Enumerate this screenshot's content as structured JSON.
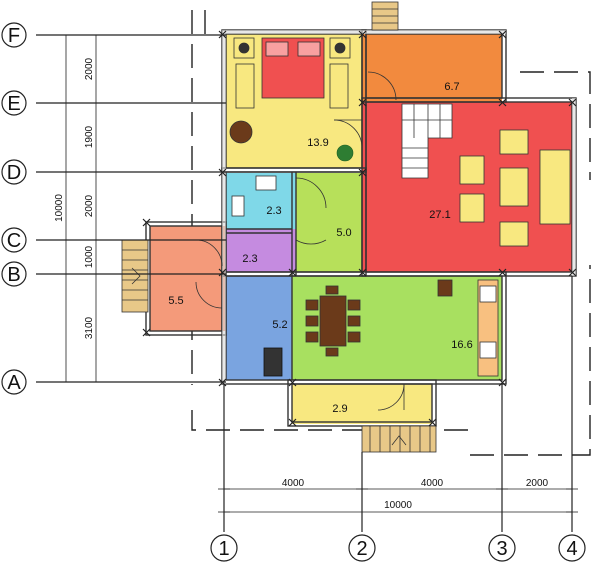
{
  "axes_letters": [
    "F",
    "E",
    "D",
    "C",
    "B",
    "A"
  ],
  "axes_numbers": [
    "1",
    "2",
    "3",
    "4"
  ],
  "vertical_dims": [
    "2000",
    "1900",
    "2000",
    "1000",
    "3100"
  ],
  "vertical_total": "10000",
  "horizontal_dims": [
    "4000",
    "4000",
    "2000"
  ],
  "horizontal_total": "10000",
  "rooms": {
    "bedroom": "13.9",
    "top_right": "6.7",
    "living": "27.1",
    "bath": "2.3",
    "hall": "5.0",
    "wc": "2.3",
    "entry": "5.5",
    "blue_room": "5.2",
    "kitchen": "16.6",
    "porch": "2.9"
  },
  "colors": {
    "bedroom": "#f8e880",
    "top_right": "#f28a3e",
    "living": "#f05050",
    "bath": "#7fd8e8",
    "hall": "#b7e05a",
    "wc": "#c58be0",
    "entry": "#f49a7a",
    "blue_room": "#7aa4e0",
    "kitchen": "#a8e060",
    "porch": "#f8e880",
    "wall": "#d8d8d8"
  }
}
